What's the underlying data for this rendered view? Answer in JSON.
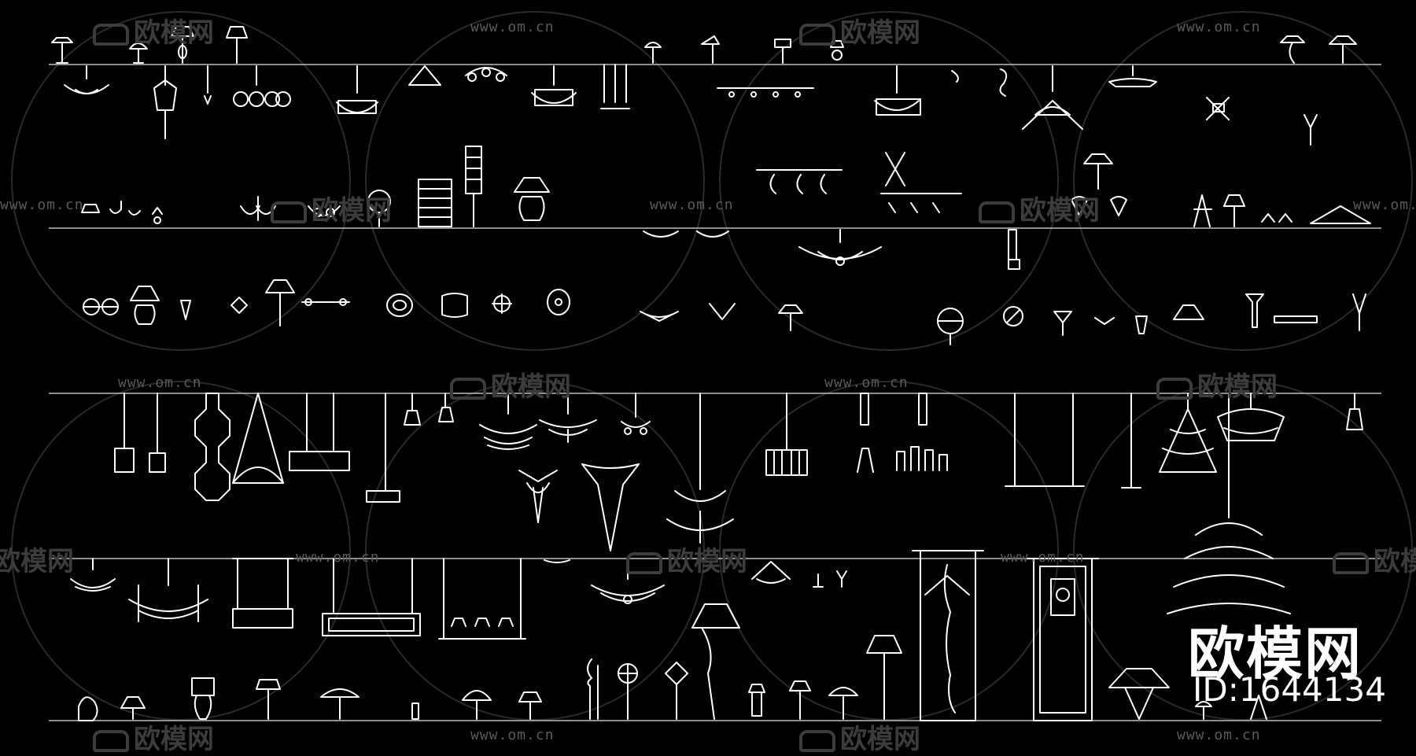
{
  "canvas": {
    "background": "#000000",
    "line_color": "#ffffff",
    "watermark_color": "#3c3c3c"
  },
  "watermark": {
    "url": "www.om.cn",
    "brand": "欧模网"
  },
  "logo": {
    "text": "欧模网",
    "id_text": "ID:1644134"
  },
  "icons": [
    "table-lamp-icon",
    "chandelier-icon",
    "pendant-lamp-icon",
    "wall-sconce-icon",
    "floor-lamp-icon",
    "track-light-icon"
  ]
}
